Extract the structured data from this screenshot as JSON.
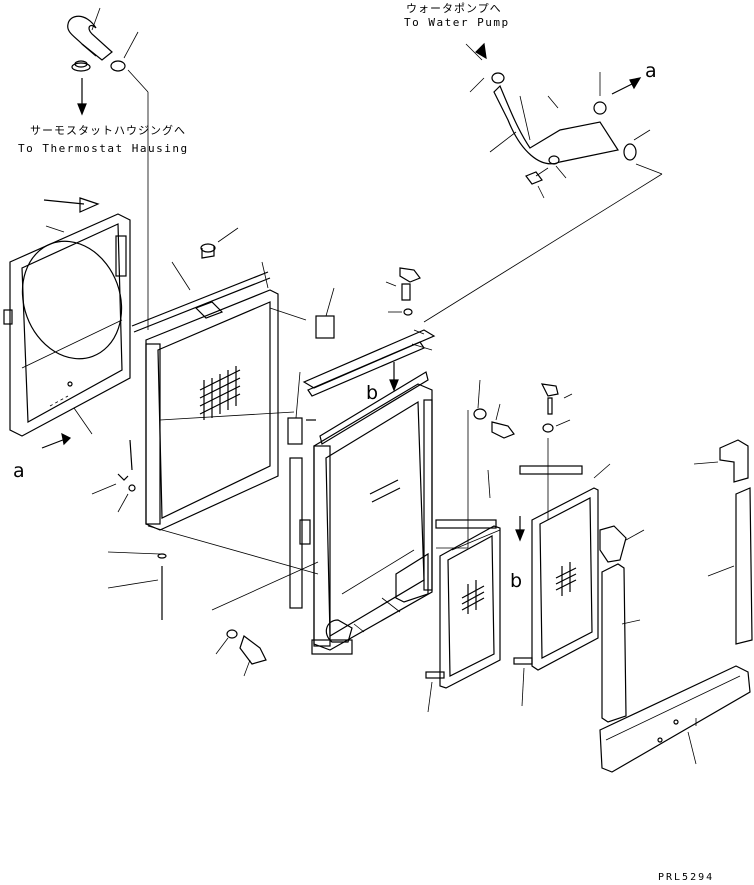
{
  "labels": {
    "water_pump_jp": "ウォータポンプへ",
    "water_pump_en": "To Water Pump",
    "thermostat_jp": "サーモスタットハウジングへ",
    "thermostat_en": "To Thermostat Hausing",
    "ref_a_top": "a",
    "ref_a_left": "a",
    "ref_b_upper": "b",
    "ref_b_lower": "b",
    "drawing_code": "PRL5294"
  }
}
